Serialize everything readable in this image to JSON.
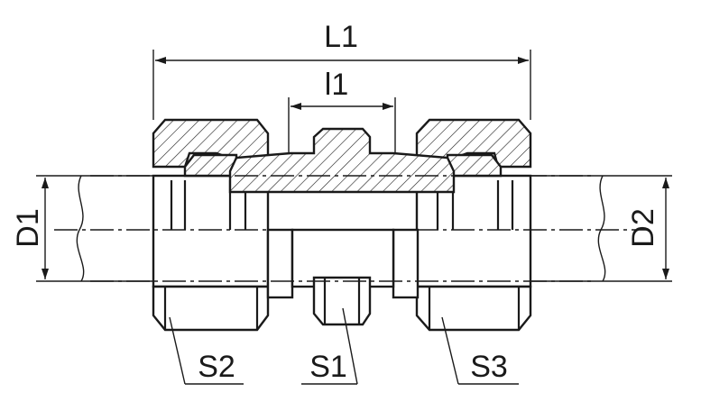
{
  "labels": {
    "L1": "L1",
    "l1": "l1",
    "D1": "D1",
    "D2": "D2",
    "S1": "S1",
    "S2": "S2",
    "S3": "S3"
  },
  "colors": {
    "line": "#1a1a1a",
    "background": "#ffffff"
  }
}
